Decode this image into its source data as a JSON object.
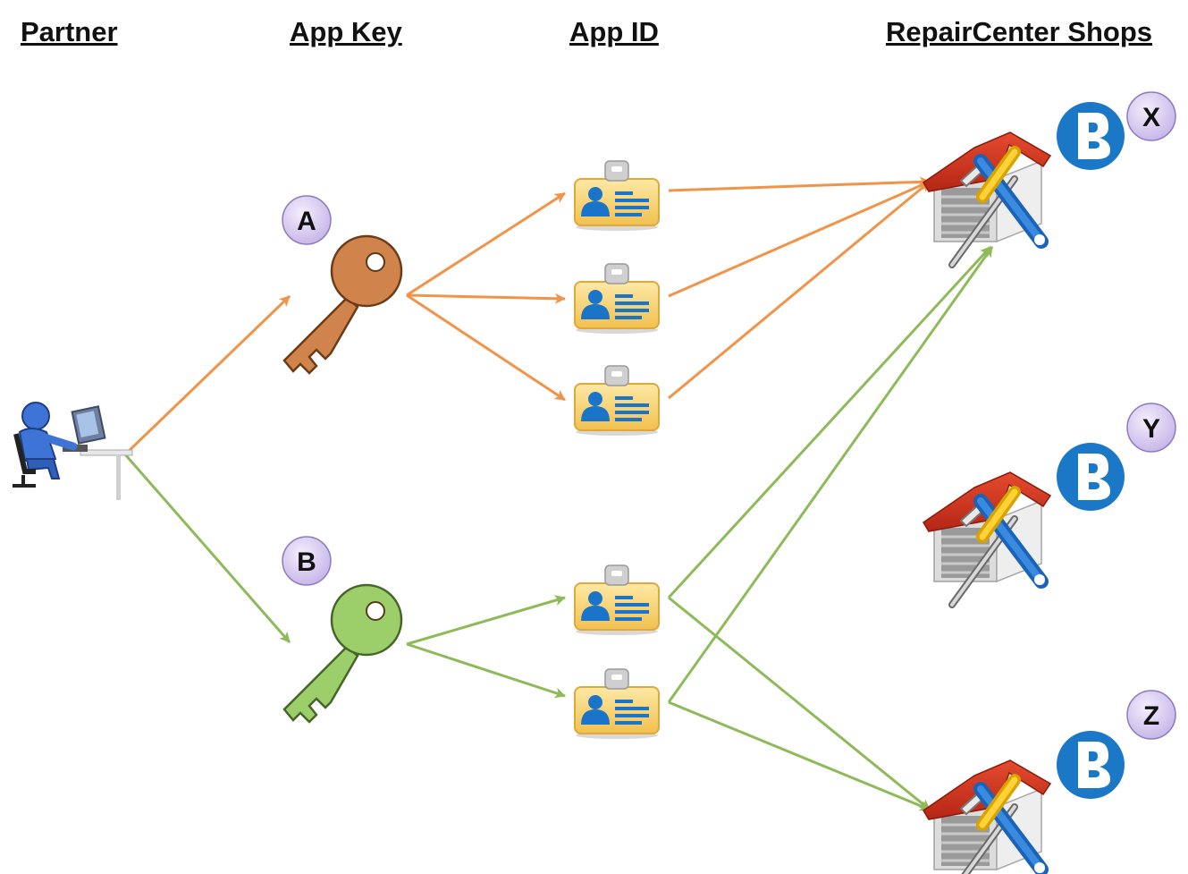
{
  "headers": {
    "partner": "Partner",
    "app_key": "App Key",
    "app_id": "App ID",
    "shops": "RepairCenter Shops"
  },
  "badges": {
    "key_a": "A",
    "key_b": "B",
    "shop_x": "X",
    "shop_y": "Y",
    "shop_z": "Z"
  },
  "icons": {
    "partner": "person-at-computer-icon",
    "key": "key-icon",
    "app_id": "id-badge-icon",
    "shop": "repair-shop-icon",
    "brand": "b-logo-icon"
  },
  "colors": {
    "key_a_arrows": "#f0944a",
    "key_b_arrows": "#8fba5a",
    "key_a_fill": "#d1834c",
    "key_b_fill": "#9ccf6a",
    "badge_fill": "#d9cdf0",
    "logo_blue": "#1b78c6"
  }
}
